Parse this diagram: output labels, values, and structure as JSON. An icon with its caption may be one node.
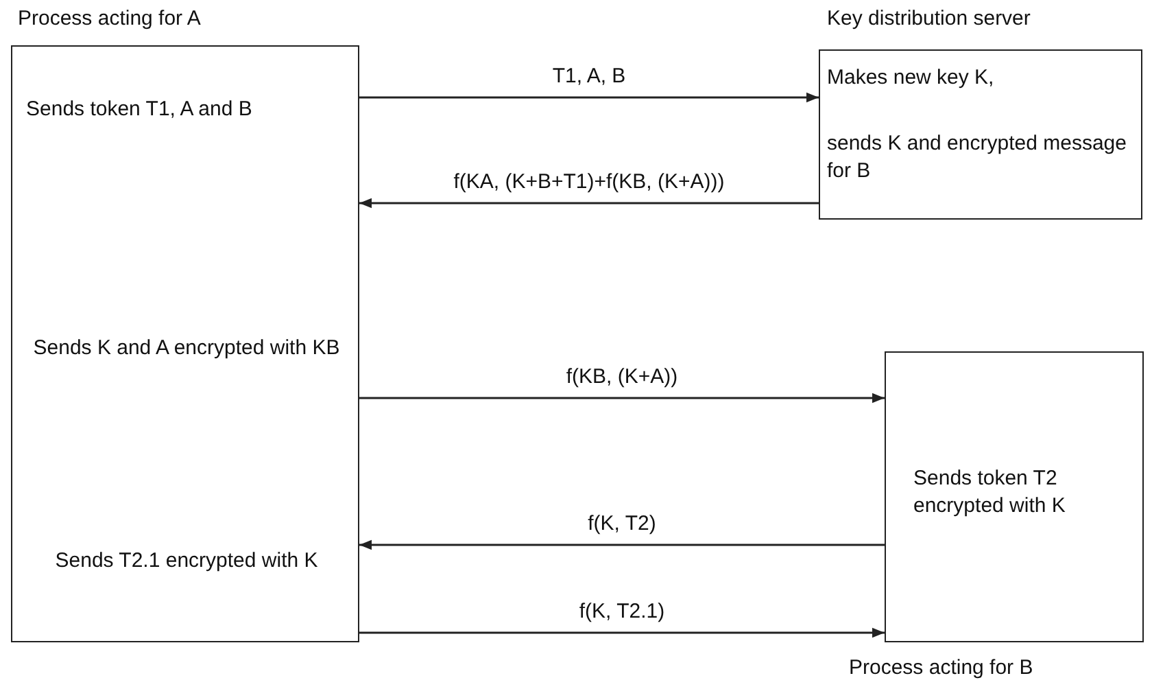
{
  "diagram": {
    "nodes": [
      {
        "text": [
          "Process acting for A",
          "Sends token T1, A and B",
          "Sends K and A encrypted with KB",
          "Sends T2.1 encrypted with K"
        ]
      },
      {
        "text": [
          "Key distribution server",
          "Makes new key K,",
          "sends K and encrypted message for B"
        ]
      },
      {
        "text": [
          "Sends token T2 encrypted with K",
          "Process acting for B"
        ]
      }
    ],
    "edges": [
      {
        "from": 0,
        "to": 1,
        "arrow": "to",
        "label": "T1, A, B"
      },
      {
        "from": 1,
        "to": 0,
        "arrow": "to",
        "label": "f(KA, (K+B+T1)+f(KB, (K+A)))"
      },
      {
        "from": 0,
        "to": 2,
        "arrow": "to",
        "label": "f(KB, (K+A))"
      },
      {
        "from": 2,
        "to": 0,
        "arrow": "to",
        "label": "f(K, T2)"
      },
      {
        "from": 0,
        "to": 2,
        "arrow": "to",
        "label": "f(K, T2.1)"
      }
    ]
  }
}
